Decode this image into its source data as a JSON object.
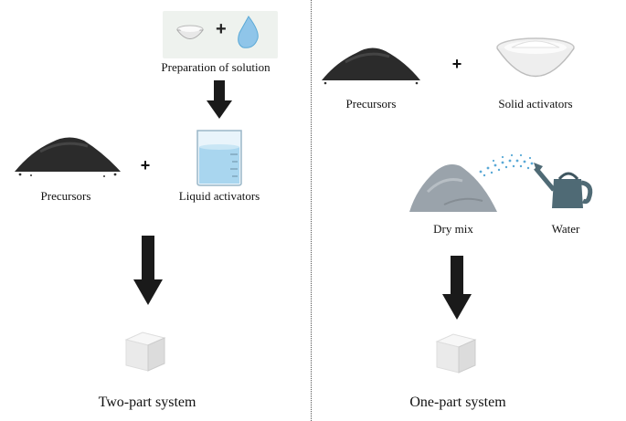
{
  "two_part": {
    "preparation_label": "Preparation of solution",
    "precursors_label": "Precursors",
    "liquid_label": "Liquid activators",
    "plus": "+",
    "title": "Two-part system"
  },
  "one_part": {
    "precursors_label": "Precursors",
    "solid_label": "Solid activators",
    "plus": "+",
    "dry_mix_label": "Dry mix",
    "water_label": "Water",
    "title": "One-part system"
  },
  "colors": {
    "powder_black": "#2b2b2b",
    "cube": "#ececec",
    "arrow": "#1a1a1a",
    "water": "#5aa9d6",
    "can": "#4f6a75",
    "dry_mix": "#9aa3ab"
  }
}
